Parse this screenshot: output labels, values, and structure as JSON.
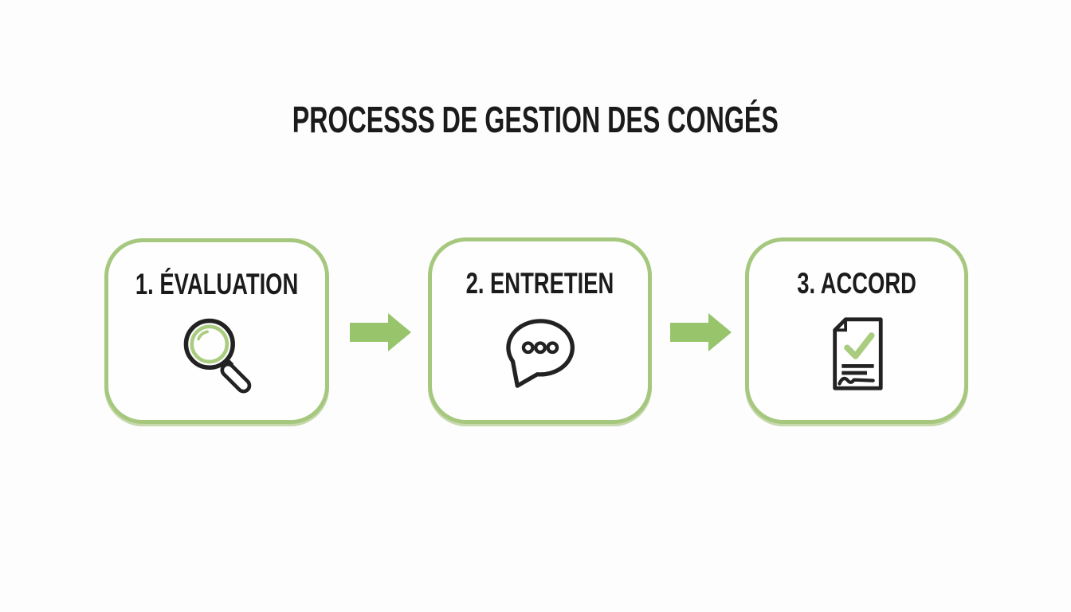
{
  "title": "PROCESSS DE GESTION DES CONGÉS",
  "steps": [
    {
      "label": "1. ÉVALUATION",
      "icon": "magnifier-icon"
    },
    {
      "label": "2. ENTRETIEN",
      "icon": "speech-bubble-icon"
    },
    {
      "label": "3. ACCORD",
      "icon": "document-check-icon"
    }
  ],
  "colors": {
    "box_border_green": "#a6c87e",
    "arrow_green": "#98c46c",
    "icon_accent_green": "#a9cc7f",
    "ink": "#1b1b1b",
    "background": "#fdfdfd"
  }
}
